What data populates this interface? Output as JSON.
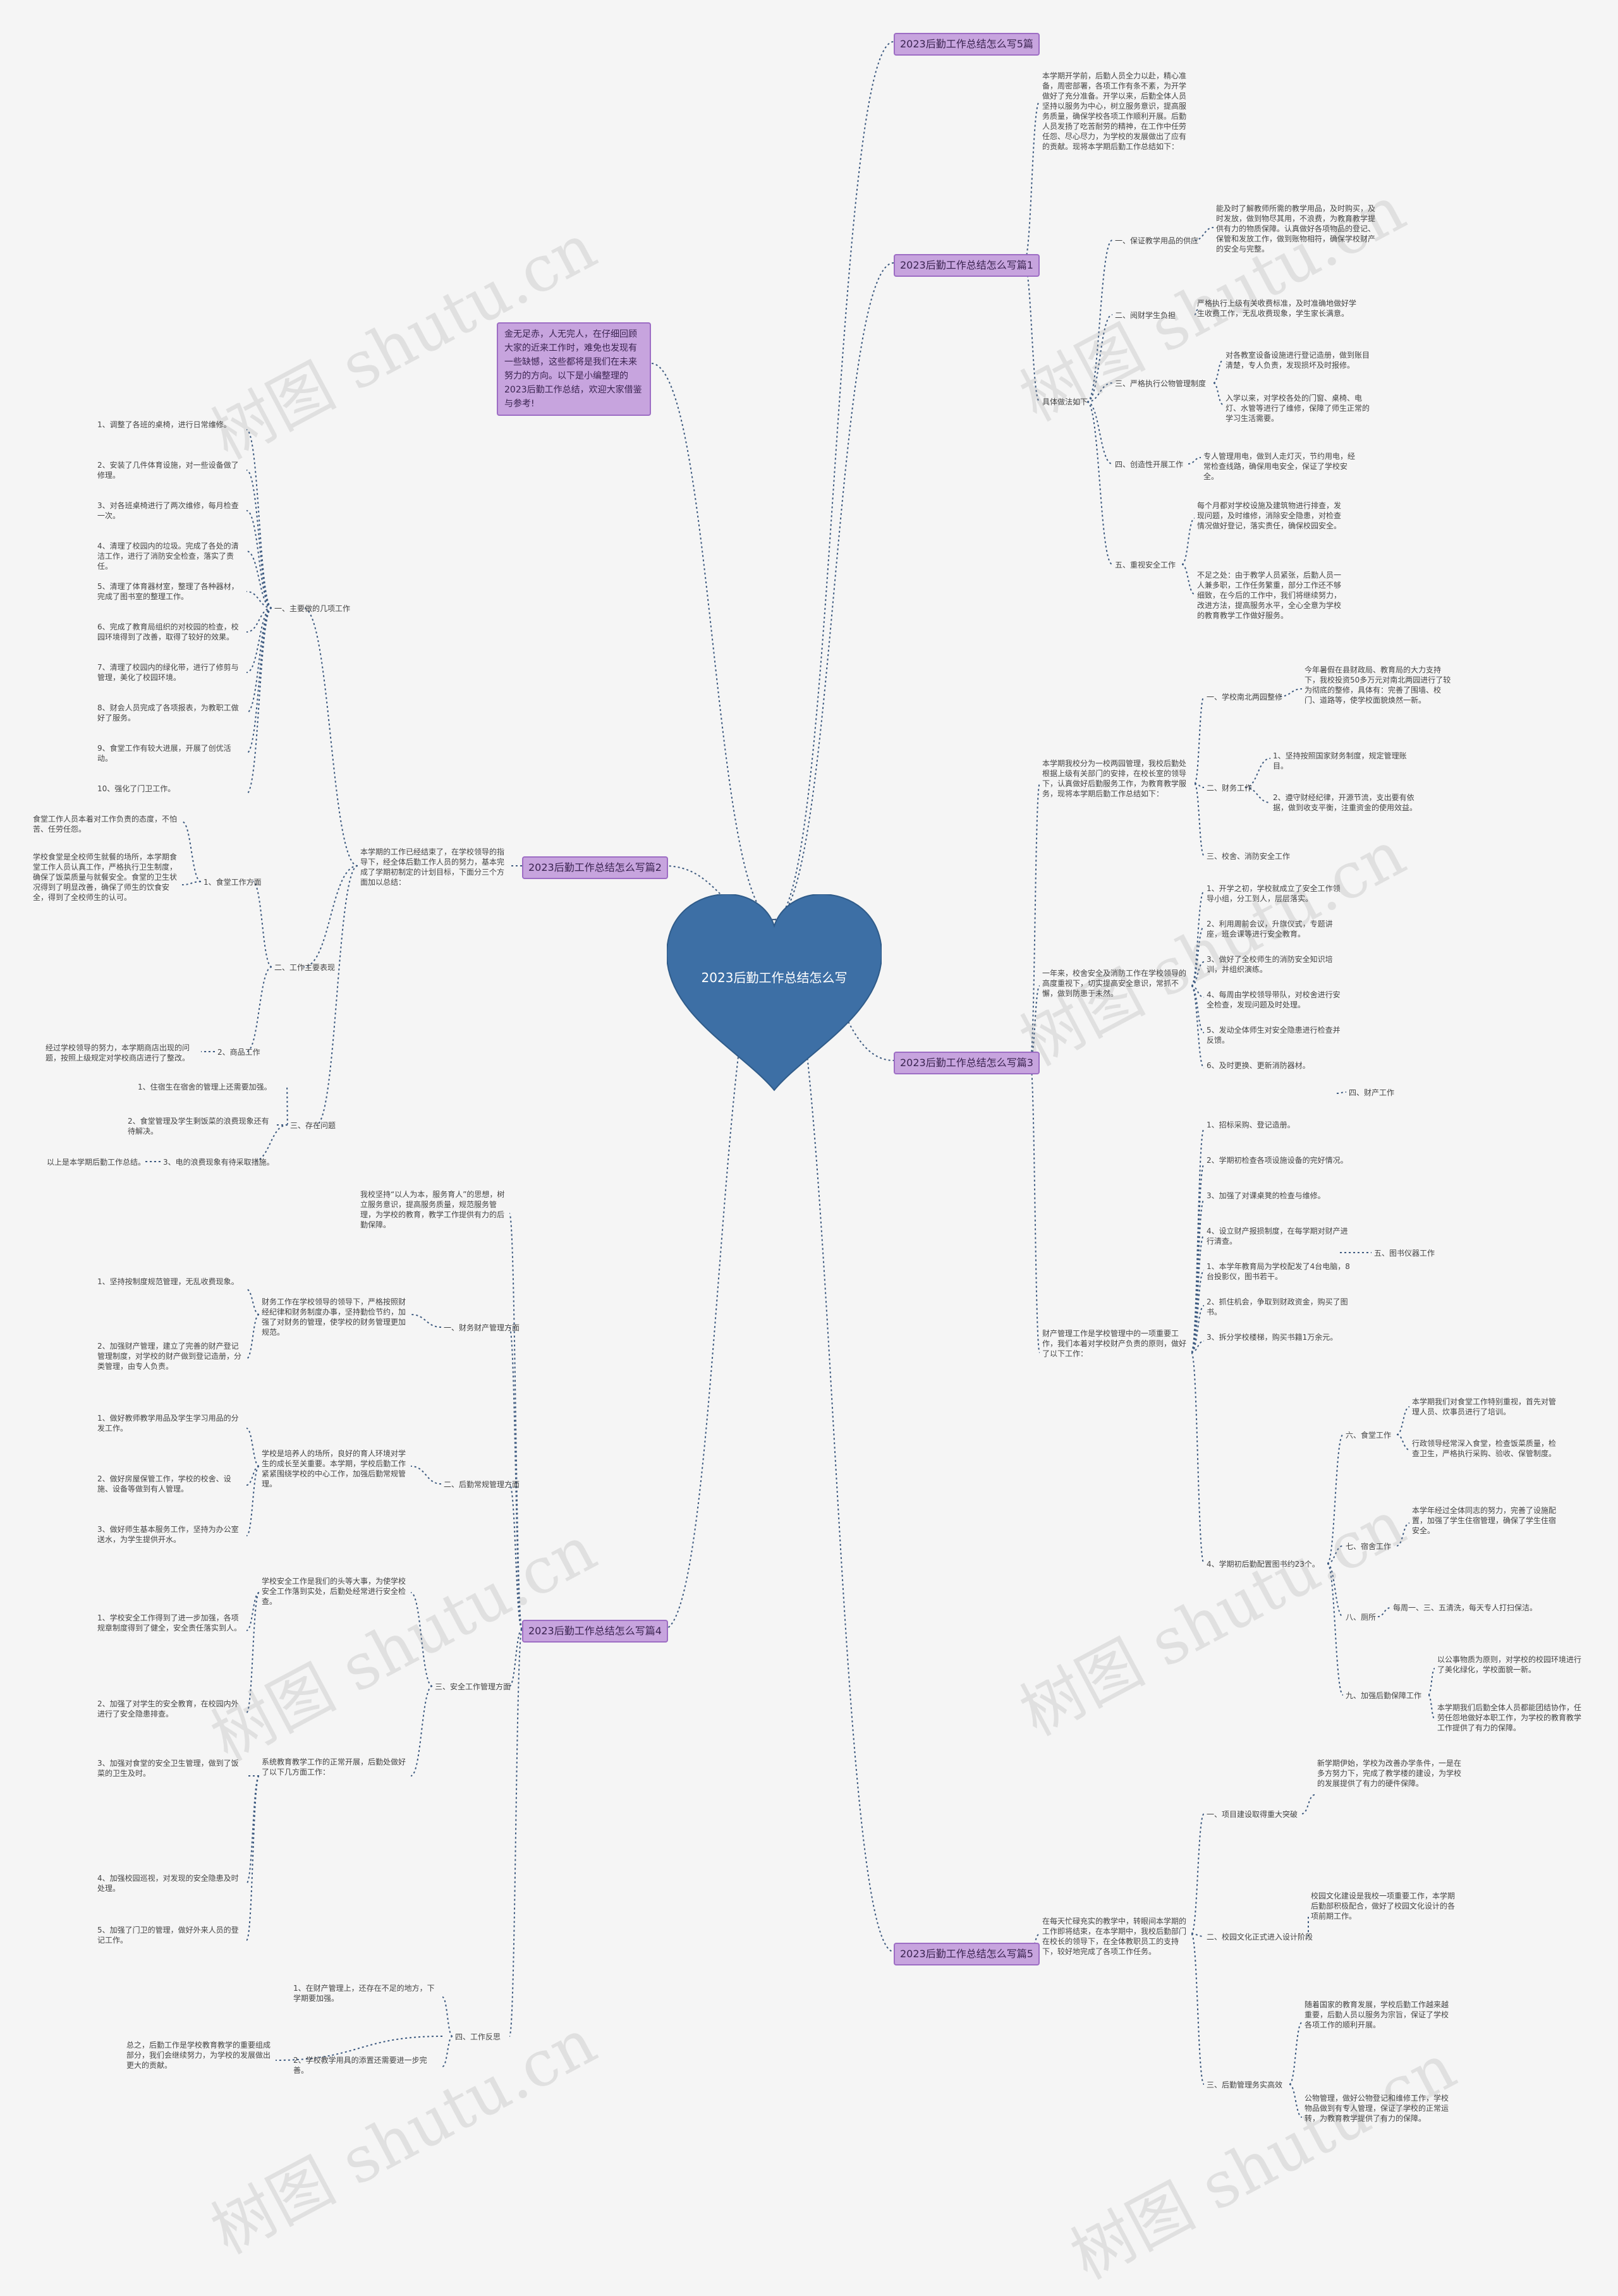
{
  "center": {
    "title": "2023后勤工作总结怎么写",
    "color": "#3d6fa5"
  },
  "intro": "金无足赤，人无完人，在仔细回顾大家的近来工作时，难免也发现有一些缺憾，这些都将是我们在未来努力的方向。以下是小编整理的2023后勤工作总结，欢迎大家借鉴与参考!",
  "watermark": "树图 shutu.cn",
  "branches": {
    "b5": "2023后勤工作总结怎么写5篇",
    "b1": "2023后勤工作总结怎么写篇1",
    "b2": "2023后勤工作总结怎么写篇2",
    "b3": "2023后勤工作总结怎么写篇3",
    "b4": "2023后勤工作总结怎么写篇4",
    "b5b": "2023后勤工作总结怎么写篇5"
  },
  "p1": {
    "intro": "本学期开学前，后勤人员全力以赴，精心准备，周密部署，各项工作有条不紊，为开学做好了充分准备。开学以来，后勤全体人员坚持以服务为中心，树立服务意识，提高服务质量，确保学校各项工作顺利开展。后勤人员发扬了吃苦耐劳的精神，在工作中任劳任怨、尽心尽力，为学校的发展做出了应有的贡献。现将本学期后勤工作总结如下：",
    "label": "具体做法如下",
    "s1": "一、保证教学用品的供应",
    "s1t": "能及时了解教师所需的教学用品，及时购买，及时发放，做到物尽其用，不浪费，为教育教学提供有力的物质保障。认真做好各项物品的登记、保管和发放工作，做到账物相符，确保学校财产的安全与完整。",
    "s2": "二、阅财学生负担",
    "s2t": "严格执行上级有关收费标准，及时准确地做好学生收费工作，无乱收费现象，学生家长满意。",
    "s3": "三、严格执行公物管理制度",
    "s3a": "对各教室设备设施进行登记造册，做到账目清楚，专人负责，发现损坏及时报修。",
    "s3b": "入学以来，对学校各处的门窗、桌椅、电灯、水管等进行了维修，保障了师生正常的学习生活需要。",
    "s4": "四、创造性开展工作",
    "s4t": "专人管理用电，做到人走灯灭，节约用电，经常检查线路，确保用电安全，保证了学校安全。",
    "s5": "五、重视安全工作",
    "s5a": "每个月都对学校设施及建筑物进行排查，发现问题，及时维修，消除安全隐患，对检查情况做好登记，落实责任，确保校园安全。",
    "s5b": "不足之处：由于教学人员紧张，后勤人员一人兼多职，工作任务繁重，部分工作还不够细致，在今后的工作中，我们将继续努力，改进方法，提高服务水平，全心全意为学校的教育教学工作做好服务。"
  },
  "p2": {
    "intro": "本学期的工作已经结束了，在学校领导的指导下，经全体后勤工作人员的努力，基本完成了学期初制定的计划目标，下面分三个方面加以总结：",
    "s1": "一、主要做的几项工作",
    "items": [
      "1、调整了各班的桌椅，进行日常维修。",
      "2、安装了几件体育设施，对一些设备做了修理。",
      "3、对各班桌椅进行了两次维修，每月检查一次。",
      "4、清理了校园内的垃圾。完成了各处的清洁工作，进行了消防安全检查，落实了责任。",
      "5、清理了体育器材室，整理了各种器材，完成了图书室的整理工作。",
      "6、完成了教育局组织的对校园的检查，校园环境得到了改善，取得了较好的效果。",
      "7、清理了校园内的绿化带，进行了修剪与管理，美化了校园环境。",
      "8、财会人员完成了各项报表，为教职工做好了服务。",
      "9、食堂工作有较大进展，开展了创优活动。",
      "10、强化了门卫工作。"
    ],
    "s2": "二、工作主要表现",
    "s21": "1、食堂工作方面",
    "s21a": "食堂工作人员本着对工作负责的态度，不怕苦、任劳任怨。",
    "s21b": "学校食堂是全校师生就餐的场所，本学期食堂工作人员认真工作，严格执行卫生制度，确保了饭菜质量与就餐安全。食堂的卫生状况得到了明显改善，确保了师生的饮食安全，得到了全校师生的认可。",
    "s22": "2、商品工作",
    "s22t": "经过学校领导的努力，本学期商店出现的问题，按照上级规定对学校商店进行了整改。",
    "s3": "三、存在问题",
    "s31": "1、住宿生在宿舍的管理上还需要加强。",
    "s32": "2、食堂管理及学生剩饭菜的浪费现象还有待解决。",
    "s33": "3、电的浪费现象有待采取措施。",
    "summary": "以上是本学期后勤工作总结。"
  },
  "p3": {
    "intro": "本学期我校分为一校两园管理，我校后勤处根据上级有关部门的安排，在校长室的领导下，认真做好后勤服务工作，为教育教学服务，现将本学期后勤工作总结如下：",
    "s1": "一、学校南北两园整修",
    "s1t": "今年暑假在县财政局、教育局的大力支持下，我校投资50多万元对南北两园进行了较为彻底的整修，具体有：完善了围墙、校门、道路等，使学校面貌焕然一新。",
    "s2": "二、财务工作",
    "s2a": "1、坚持按照国家财务制度，规定管理账目。",
    "s2b": "2、遵守财经纪律，开源节流，支出要有依据，做到收支平衡，注重资金的使用效益。",
    "s3": "三、校舍、消防安全工作",
    "s3t": "一年来，校舍安全及消防工作在学校领导的高度重视下，切实提高安全意识，常抓不懈，做到防患于未然。",
    "s3items": [
      "1、开学之初，学校就成立了安全工作领导小组，分工到人，层层落实。",
      "2、利用周前会议，升旗仪式，专题讲座，班会课等进行安全教育。",
      "3、做好了全校师生的消防安全知识培训，并组织演练。",
      "4、每周由学校领导带队，对校舍进行安全检查，发现问题及时处理。",
      "5、发动全体师生对安全隐患进行检查并反馈。",
      "6、及时更换、更新消防器材。"
    ],
    "s3e": "四、财产工作",
    "s4": "五、图书仪器工作",
    "s4intro": "财产管理工作是学校管理中的一项重要工作，我们本着对学校财产负责的原则，做好了以下工作：",
    "s4items": [
      "1、招标采购、登记造册。",
      "2、学期初检查各项设施设备的完好情况。",
      "3、加强了对课桌凳的检查与维修。",
      "4、设立财产报损制度，在每学期对财产进行清查。",
      "1、本学年教育局为学校配发了4台电脑，8台投影仪，图书若干。",
      "2、抓住机会，争取到财政资金，购买了图书。",
      "3、拆分学校楼梯，购买书籍1万余元。"
    ],
    "s5": "4、学期初后勤配置图书约23个。",
    "s6": "六、食堂工作",
    "s6a": "本学期我们对食堂工作特别重视，首先对管理人员、炊事员进行了培训。",
    "s6b": "行政领导经常深入食堂，检查饭菜质量，检查卫生，严格执行采购、验收、保管制度。",
    "s7": "七、宿舍工作",
    "s7t": "本学年经过全体同志的努力，完善了设施配置，加强了学生住宿管理，确保了学生住宿安全。",
    "s8": "八、厕所",
    "s8t": "每周一、三、五清洗，每天专人打扫保洁。",
    "s9": "九、加强后勤保障工作",
    "s9a": "以公事物质为原则，对学校的校园环境进行了美化绿化，学校面貌一新。",
    "s9b": "本学期我们后勤全体人员都能团结协作，任劳任怨地做好本职工作，为学校的教育教学工作提供了有力的保障。"
  },
  "p4": {
    "intro": "我校坚持“以人为本，服务育人”的思想，树立服务意识，提高服务质量，规范服务管理，为学校的教育，教学工作提供有力的后勤保障。",
    "s1": "一、财务财产管理方面",
    "s1t": "财务工作在学校领导的领导下，严格按照财经纪律和财务制度办事，坚持勤俭节约，加强了对财务的管理，使学校的财务管理更加规范。",
    "s1a": "1、坚持按制度规范管理，无乱收费现象。",
    "s1b": "2、加强财产管理，建立了完善的财产登记管理制度，对学校的财产做到登记造册，分类管理，由专人负责。",
    "s2": "二、后勤常规管理方面",
    "s2t": "学校是培养人的场所，良好的育人环境对学生的成长至关重要。本学期，学校后勤工作紧紧围绕学校的中心工作，加强后勤常规管理。",
    "s2a": "1、做好教师教学用品及学生学习用品的分发工作。",
    "s2b": "2、做好房屋保管工作，学校的校舍、设施、设备等做到有人管理。",
    "s2c": "3、做好师生基本服务工作，坚持为办公室送水，为学生提供开水。",
    "s3": "三、安全工作管理方面",
    "s3t": "学校安全工作是我们的头等大事，为使学校安全工作落到实处，后勤处经常进行安全检查。",
    "s3a": "1、学校安全工作得到了进一步加强，各项规章制度得到了健全，安全责任落实到人。",
    "s3b": "2、加强了对学生的安全教育，在校园内外进行了安全隐患排查。",
    "s3c": "3、加强对食堂的安全卫生管理，做到了饭菜的卫生及时。",
    "s3d": "4、加强校园巡视，对发现的安全隐患及时处理。",
    "s3e": "5、加强了门卫的管理，做好外来人员的登记工作。",
    "s3f": "系统教育教学工作的正常开展，后勤处做好了以下几方面工作：",
    "s4": "四、工作反思",
    "s4a": "1、在财产管理上，还存在不足的地方，下学期要加强。",
    "s4b": "2、学校教学用具的添置还需要进一步完善。",
    "s4c": "总之，后勤工作是学校教育教学的重要组成部分，我们会继续努力，为学校的发展做出更大的贡献。"
  },
  "p5": {
    "intro": "在每天忙碌充实的教学中，转眼间本学期的工作即将结束，在本学期中，我校后勤部门在校长的领导下，在全体教职员工的支持下，较好地完成了各项工作任务。",
    "s1": "一、项目建设取得重大突破",
    "s1t": "新学期伊始，学校为改善办学条件，一是在多方努力下，完成了教学楼的建设，为学校的发展提供了有力的硬件保障。",
    "s2": "二、校园文化正式进入设计阶段",
    "s2t": "校园文化建设是我校一项重要工作，本学期后勤部积极配合，做好了校园文化设计的各项前期工作。",
    "s3": "三、后勤管理务实高效",
    "s3a": "随着国家的教育发展，学校后勤工作越来越重要，后勤人员以服务为宗旨，保证了学校各项工作的顺利开展。",
    "s3b": "公物管理，做好公物登记和维修工作，学校物品做到有专人管理，保证了学校的正常运转，为教育教学提供了有力的保障。"
  }
}
